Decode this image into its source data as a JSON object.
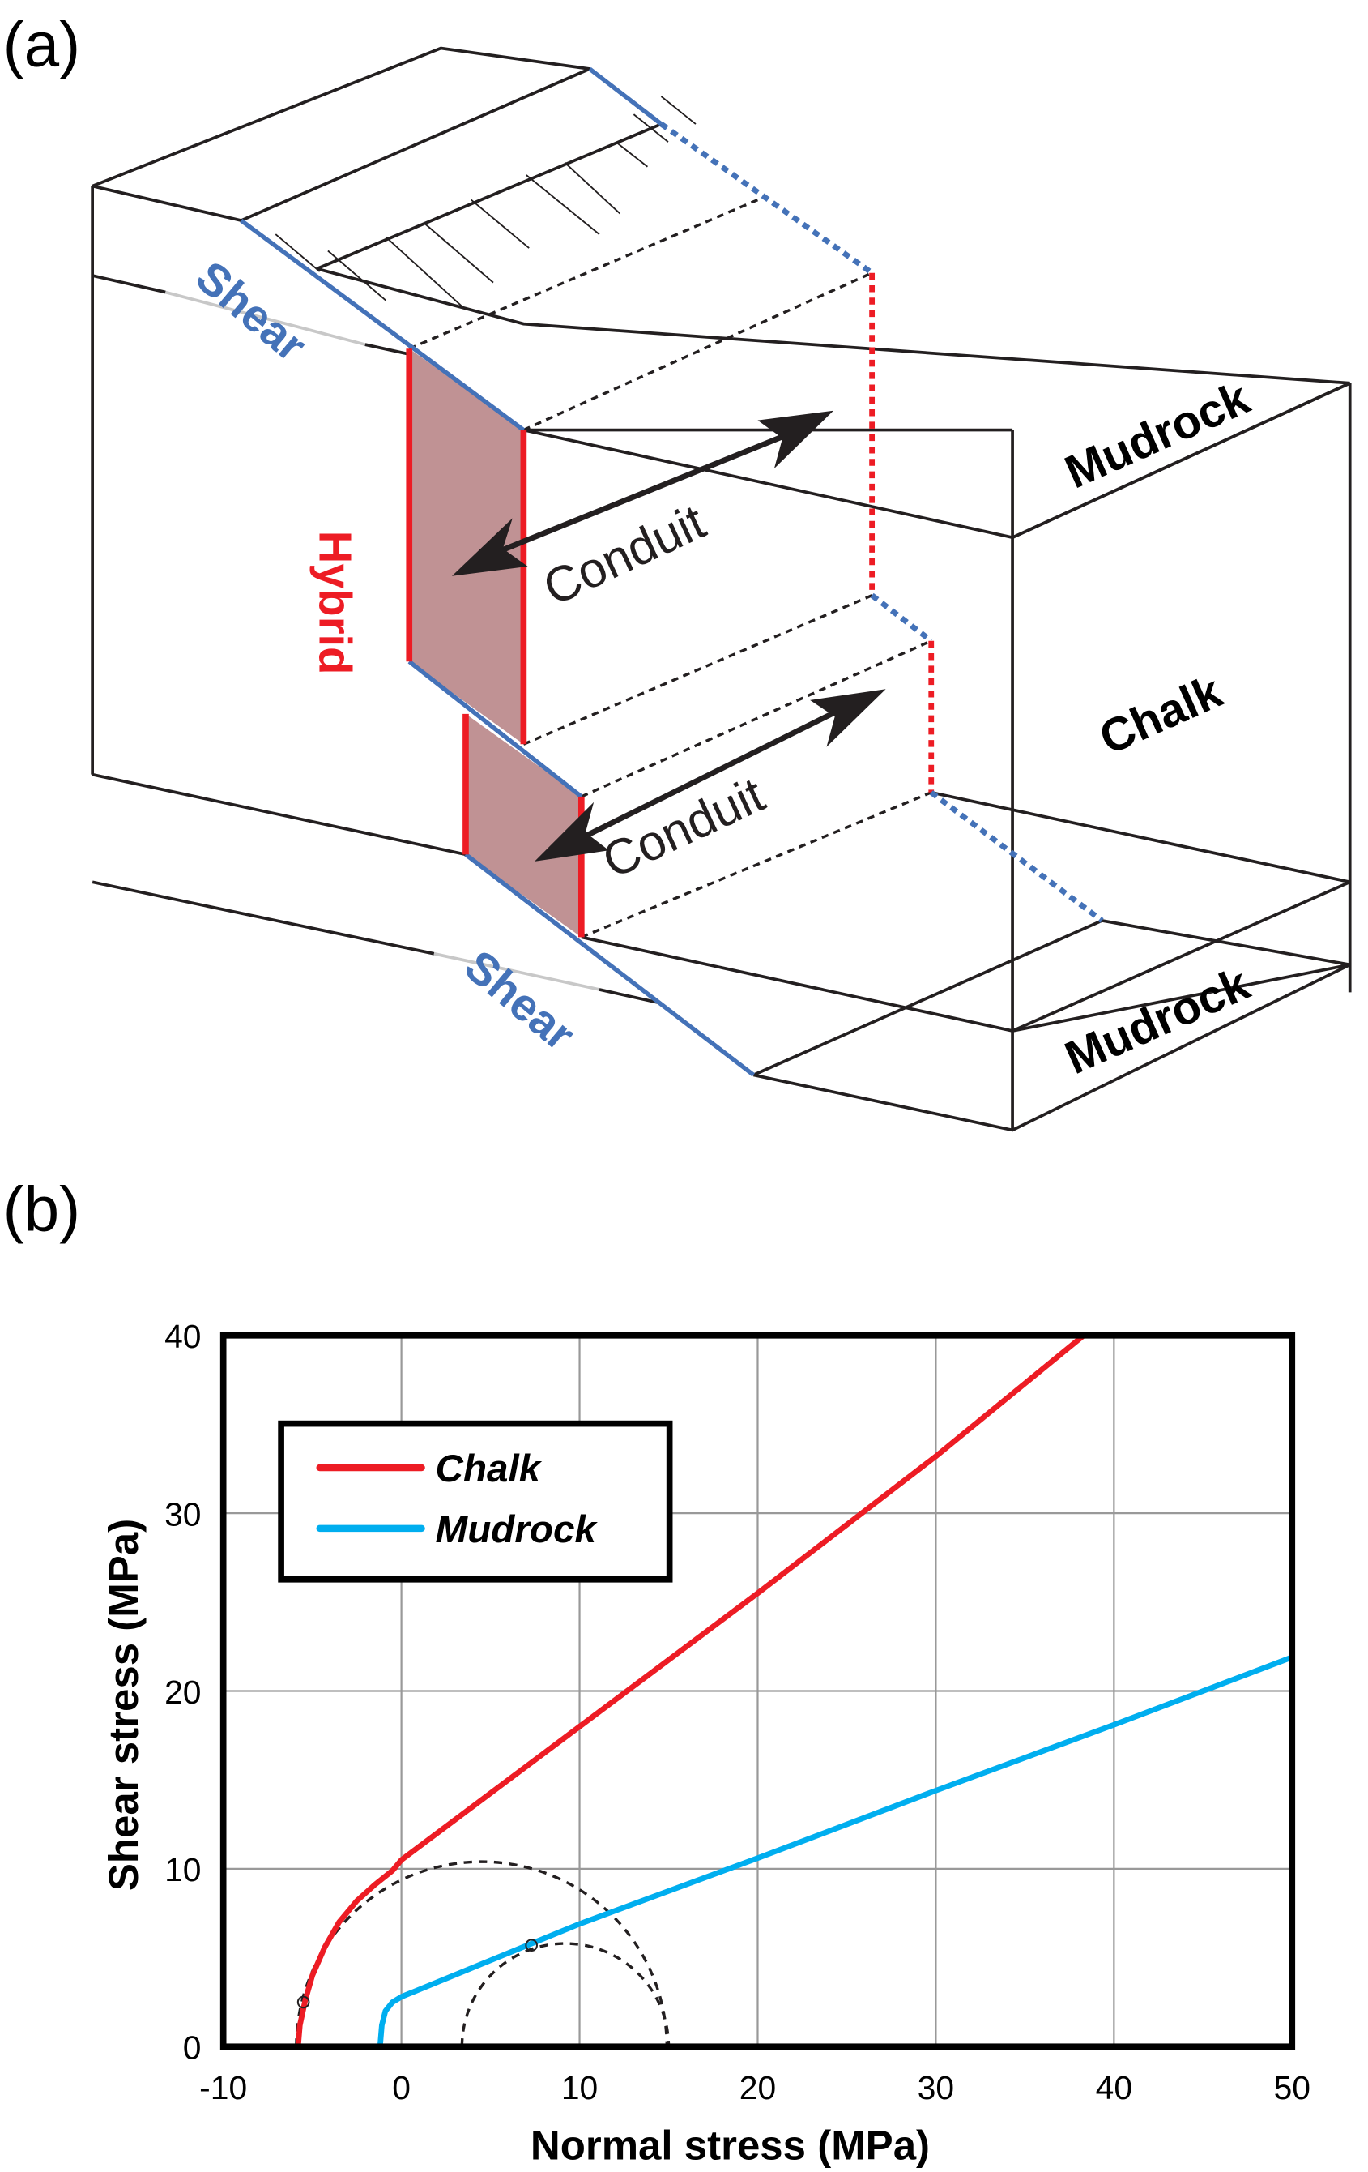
{
  "panel_a": {
    "label": "(a)",
    "labels": {
      "shear_top": "Shear",
      "shear_bottom": "Shear",
      "hybrid": "Hybrid",
      "conduit_upper": "Conduit",
      "conduit_lower": "Conduit",
      "mudrock_upper": "Mudrock",
      "chalk": "Chalk",
      "mudrock_lower": "Mudrock"
    },
    "colors": {
      "shear": "#4472b8",
      "hybrid": "#ed1c24",
      "hybrid_fill": "#c09294"
    }
  },
  "panel_b": {
    "label": "(b)"
  },
  "chart_data": {
    "type": "line",
    "title": "",
    "xlabel": "Normal stress (MPa)",
    "ylabel": "Shear stress (MPa)",
    "xlim": [
      -10,
      50
    ],
    "ylim": [
      0,
      40
    ],
    "xticks": [
      "-10",
      "0",
      "10",
      "20",
      "30",
      "40",
      "50"
    ],
    "yticks": [
      "0",
      "10",
      "20",
      "30",
      "40"
    ],
    "grid": true,
    "legend": {
      "placement": "top-left",
      "entries": [
        "Chalk",
        "Mudrock"
      ]
    },
    "series": [
      {
        "name": "Chalk",
        "color": "#ed1c24",
        "x": [
          -5.8,
          -5.7,
          -5.4,
          -5.0,
          -4.3,
          -3.5,
          -2.5,
          -1.5,
          -0.5,
          0,
          10,
          20,
          30,
          38.3
        ],
        "y": [
          0,
          1.2,
          2.6,
          4.0,
          5.6,
          7.0,
          8.2,
          9.1,
          9.9,
          10.5,
          18.0,
          25.5,
          33.2,
          40
        ]
      },
      {
        "name": "Mudrock",
        "color": "#00aeef",
        "x": [
          -1.2,
          -1.1,
          -0.9,
          -0.5,
          0,
          10,
          20,
          30,
          40,
          50
        ],
        "y": [
          0,
          1.2,
          2.0,
          2.5,
          2.8,
          6.9,
          10.6,
          14.4,
          18.1,
          21.9
        ]
      }
    ],
    "mohr_circles": [
      {
        "center": 4.5,
        "radius": 10.4,
        "style": "dashed"
      },
      {
        "center": 9.2,
        "radius": 5.8,
        "style": "dashed"
      }
    ],
    "tangent_points": [
      {
        "x": -5.5,
        "y": 2.5
      },
      {
        "x": 7.3,
        "y": 5.7
      }
    ]
  }
}
